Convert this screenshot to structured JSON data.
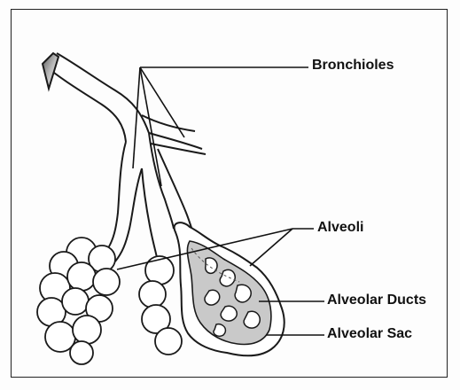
{
  "labels": {
    "bronchioles": "Bronchioles",
    "alveoli": "Alveoli",
    "alveolar_ducts": "Alveolar Ducts",
    "alveolar_sac": "Alveolar Sac"
  },
  "style": {
    "ink": "#1a1a1a",
    "shade": "#8a8a8a",
    "sac_fill": "#c9c9c9",
    "background": "#fdfdfd"
  }
}
